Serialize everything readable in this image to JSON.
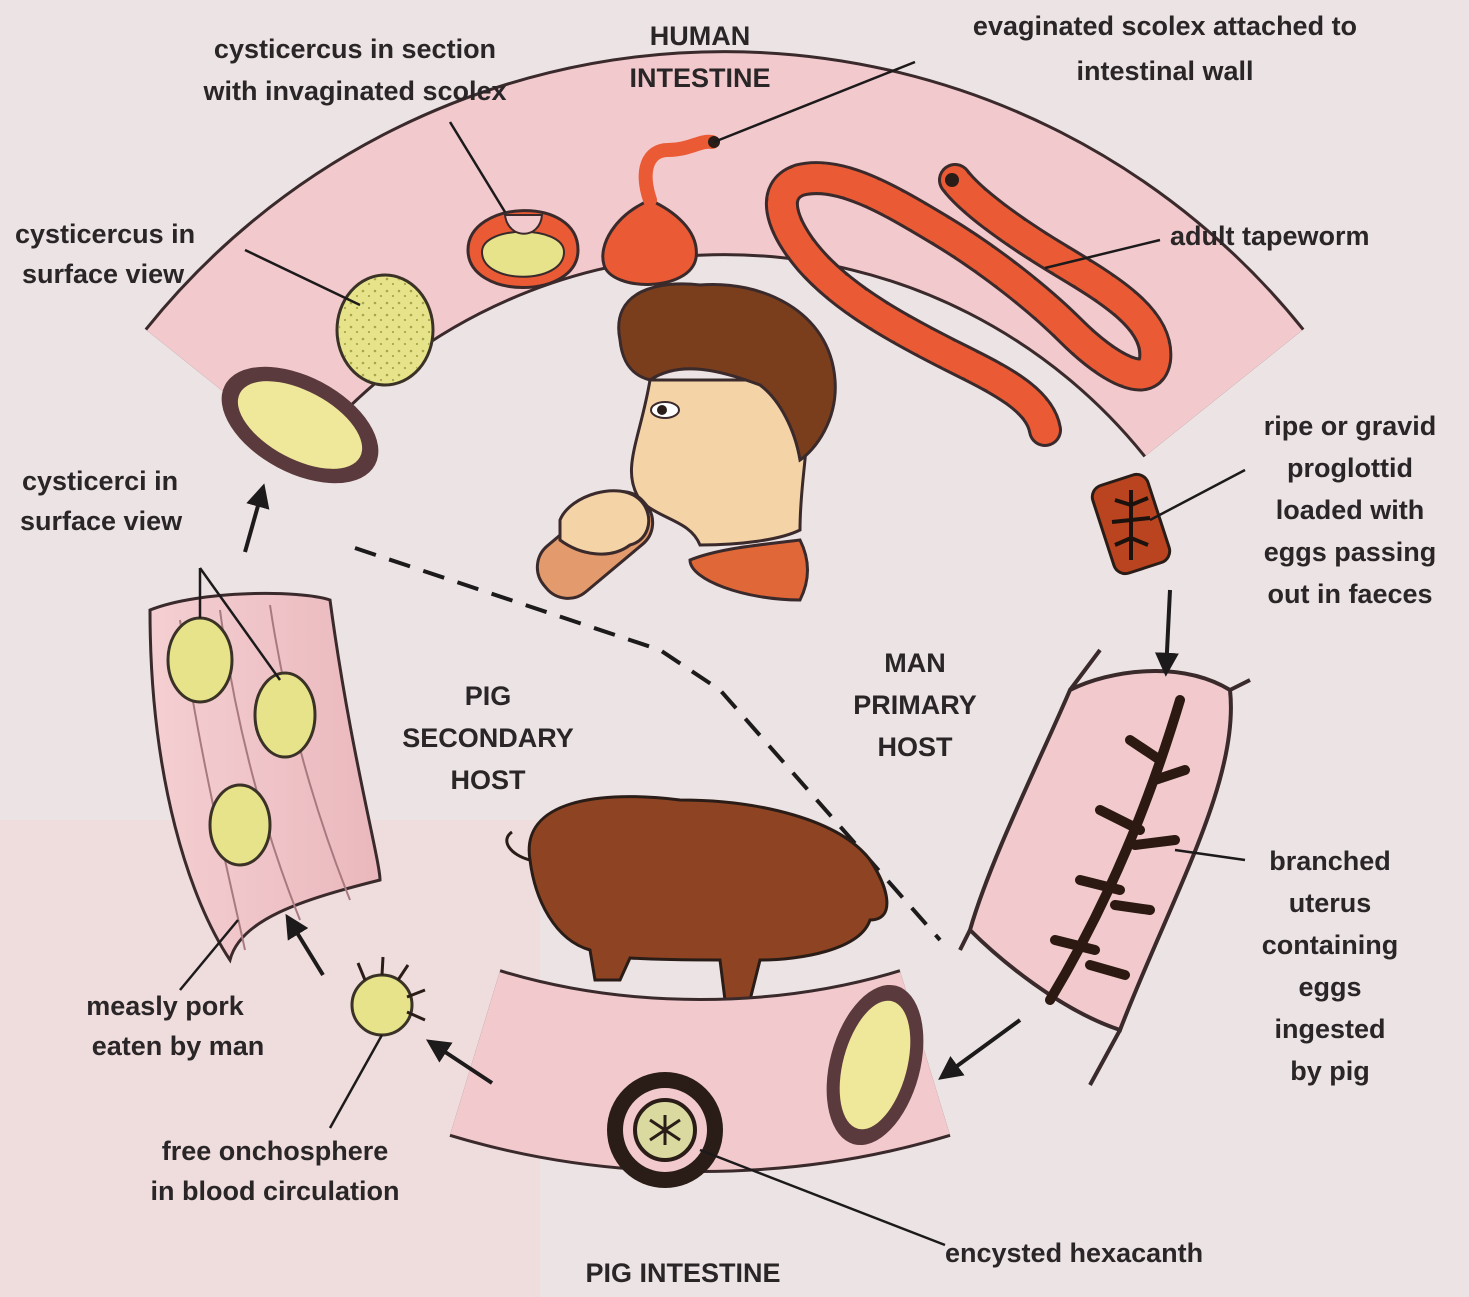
{
  "regions": {
    "human_intestine": [
      "HUMAN",
      "INTESTINE"
    ],
    "pig_intestine": "PIG INTESTINE",
    "man_host": [
      "MAN",
      "PRIMARY",
      "HOST"
    ],
    "pig_host": [
      "PIG",
      "SECONDARY",
      "HOST"
    ]
  },
  "labels": {
    "cysticercus_section": [
      "cysticercus in section",
      "with invaginated scolex"
    ],
    "evaginated_scolex": [
      "evaginated scolex attached to",
      "intestinal wall"
    ],
    "cysticercus_surface": [
      "cysticercus in",
      "surface view"
    ],
    "adult_tapeworm": "adult tapeworm",
    "gravid_proglottid": [
      "ripe or gravid",
      "proglottid",
      "loaded with",
      "eggs passing",
      "out in faeces"
    ],
    "cysticerci_surface": [
      "cysticerci in",
      "surface view"
    ],
    "branched_uterus": [
      "branched",
      "uterus",
      "containing",
      "eggs",
      "ingested",
      "by pig"
    ],
    "measly_pork": [
      "measly pork",
      "eaten by man"
    ],
    "free_onchosphere": [
      "free onchosphere",
      "in blood circulation"
    ],
    "encysted_hexacanth": "encysted hexacanth"
  },
  "colors": {
    "background": "#ece3e4",
    "intestine": "#f2c9cc",
    "intestine_edge": "#3a2a2c",
    "cyst": "#e6e38a",
    "cyst_dots": "#a9a64a",
    "worm": "#ea5a35",
    "hair": "#7a3e1c",
    "skin": "#f4d3a7",
    "pig": "#8e4422",
    "shirt": "#e06838",
    "uterus": "#2c1a12",
    "ink": "#2a2628"
  }
}
